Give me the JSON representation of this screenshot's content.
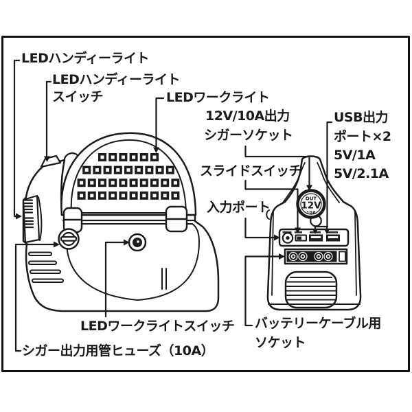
{
  "diagram": {
    "labels": {
      "handy_light": "LEDハンディーライト",
      "handy_light_switch_line1": "LEDハンディーライト",
      "handy_light_switch_line2": "スイッチ",
      "work_light": "LEDワークライト",
      "cigar_socket_line1": "12V/10A出力",
      "cigar_socket_line2": "シガーソケット",
      "usb_line1": "USB出力",
      "usb_line2": "ポート×2",
      "usb_line3": "5V/1A",
      "usb_line4": "5V/2.1A",
      "slide_switch": "スライドスイッチ",
      "input_port": "入力ポート",
      "work_light_switch": "LEDワークライトスイッチ",
      "cigar_fuse": "シガー出力用管ヒューズ（10A）",
      "battery_socket_line1": "バッテリーケーブル用",
      "battery_socket_line2": "ソケット"
    },
    "socket_badge": {
      "out": "OUT",
      "volts": "12V",
      "amps": "10A"
    },
    "led_grid": {
      "rows": [
        6,
        9,
        10,
        10
      ]
    },
    "colors": {
      "line": "#1a1a1a",
      "panel_dark": "#1b1b1b",
      "background": "#ffffff"
    }
  }
}
